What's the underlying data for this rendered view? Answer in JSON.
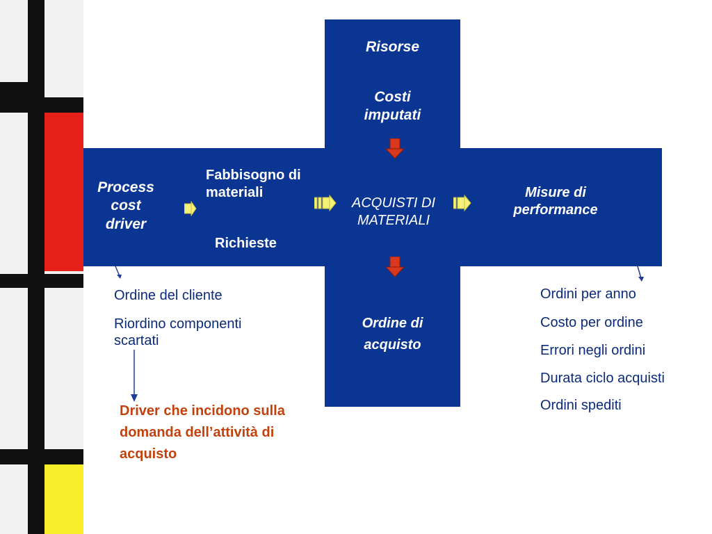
{
  "cross": {
    "top_title": "Risorse",
    "top_subtitle": "Costi imputati",
    "left_label": "Process cost driver",
    "inputs_line1": "Fabbisogno di materiali",
    "inputs_line2": "Richieste",
    "center_label": "ACQUISTI DI MATERIALI",
    "right_label": "Misure di performance",
    "bottom_label": "Ordine di acquisto"
  },
  "drivers": {
    "items": [
      "Ordine del cliente",
      "Riordino componenti scartati"
    ],
    "caption": "Driver che incidono sulla domanda dell’attività di acquisto"
  },
  "performance": {
    "items": [
      "Ordini per anno",
      "Costo per ordine",
      "Errori negli ordini",
      "Durata ciclo acquisti",
      "Ordini spediti"
    ]
  },
  "colors": {
    "cross_blue": "#0b3593",
    "arrow_red": "#d9381e",
    "caption_orange": "#c2410c",
    "list_blue": "#0b2a7a",
    "mondrian_red": "#e8201a",
    "mondrian_yellow": "#f8ef2a"
  }
}
